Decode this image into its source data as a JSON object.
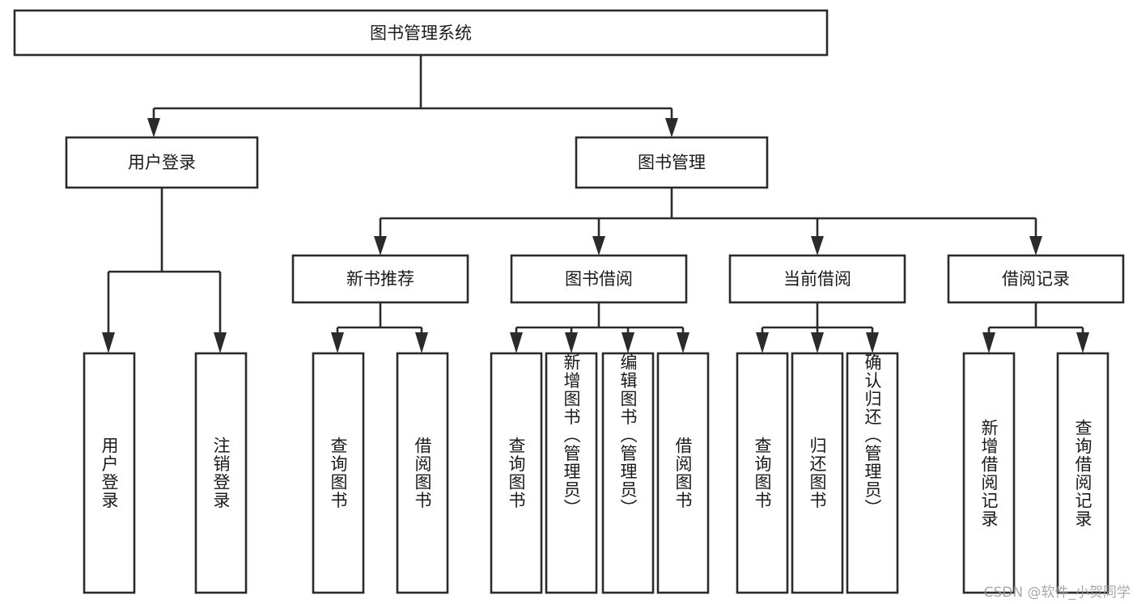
{
  "diagram": {
    "type": "tree",
    "title": "图书管理系统",
    "orientation": "top-down",
    "colors": {
      "box_stroke": "#2b2b2b",
      "box_fill": "#ffffff",
      "edge": "#2b2b2b",
      "text": "#1a1a1a",
      "watermark": "#9a9a9a",
      "background": "#ffffff"
    },
    "root": {
      "label": "图书管理系统"
    },
    "level2": [
      {
        "label": "用户登录"
      },
      {
        "label": "图书管理"
      }
    ],
    "level3": [
      {
        "label": "新书推荐"
      },
      {
        "label": "图书借阅"
      },
      {
        "label": "当前借阅"
      },
      {
        "label": "借阅记录"
      }
    ],
    "leaves": {
      "user_login": [
        {
          "label": "用户登录"
        },
        {
          "label": "注销登录"
        }
      ],
      "new_book_recommend": [
        {
          "label": "查询图书"
        },
        {
          "label": "借阅图书"
        }
      ],
      "book_borrow": [
        {
          "label": "查询图书"
        },
        {
          "label": "新增图书（管理员）"
        },
        {
          "label": "编辑图书（管理员）"
        },
        {
          "label": "借阅图书"
        }
      ],
      "current_borrow": [
        {
          "label": "查询图书"
        },
        {
          "label": "归还图书"
        },
        {
          "label": "确认归还（管理员）"
        }
      ],
      "borrow_record": [
        {
          "label": "新增借阅记录"
        },
        {
          "label": "查询借阅记录"
        }
      ]
    }
  },
  "watermark": {
    "text": "CSDN @软件_小贺同学"
  }
}
